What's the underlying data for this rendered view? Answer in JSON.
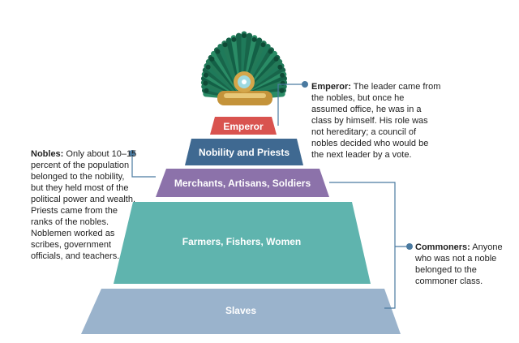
{
  "tiers": [
    {
      "label": "Emperor",
      "color": "#d9534f"
    },
    {
      "label": "Nobility and Priests",
      "color": "#3f6991"
    },
    {
      "label": "Merchants, Artisans, Soldiers",
      "color": "#8c72aa"
    },
    {
      "label": "Farmers, Fishers, Women",
      "color": "#5fb4ae"
    },
    {
      "label": "Slaves",
      "color": "#9ab3cc"
    }
  ],
  "notes": {
    "emperor": {
      "term": "Emperor:",
      "text": "The leader came from the nobles, but once he assumed office, he was in a class by himself. His role was not hereditary; a council of nobles decided who would be the next leader by a vote."
    },
    "nobles": {
      "term": "Nobles:",
      "text": "Only about 10–15 percent of the population belonged to the nobility, but they held most of the political power and wealth. Priests came from the ranks of the nobles. Noblemen worked as scribes, government officials, and teachers."
    },
    "commoners": {
      "term": "Commoners:",
      "text": "Anyone who was not a noble belonged to the commoner class."
    }
  },
  "colors": {
    "connector": "#4a7aa0",
    "headdress_feathers": "#1f7a5a",
    "headdress_gold": "#d4a64a"
  },
  "icons": {
    "headdress": "feather-headdress-icon"
  }
}
